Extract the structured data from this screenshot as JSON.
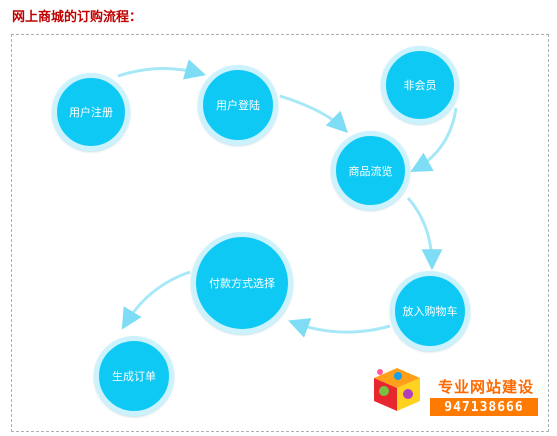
{
  "title": "网上商城的订购流程：",
  "nodes": {
    "register": "用户注册",
    "login": "用户登陆",
    "nonmember": "非会员",
    "browse": "商品流览",
    "cart": "放入购物车",
    "payment": "付款方式选择",
    "order": "生成订单"
  },
  "watermark": {
    "slogan": "专业网站建设",
    "phone": "947138666"
  },
  "colors": {
    "node_fill": "#0ec9f4",
    "node_ring": "#ccf3fd",
    "arrow": "#7fdcf5",
    "title": "#c00000"
  }
}
